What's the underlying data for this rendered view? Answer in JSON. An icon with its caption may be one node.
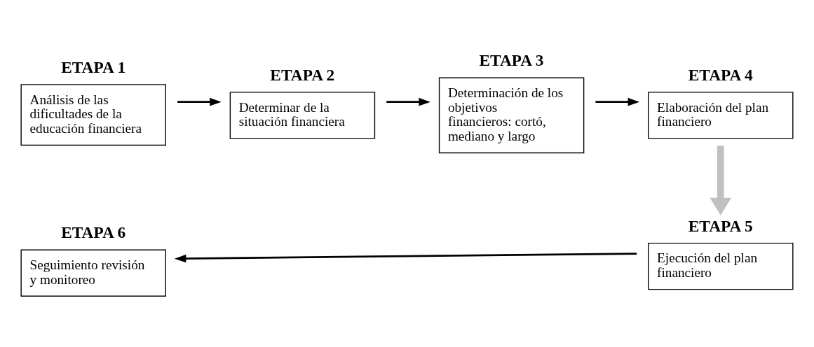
{
  "diagram": {
    "nodes": [
      {
        "text": [
          "ETAPA 1",
          "Análisis de las dificultades de la educación financiera"
        ]
      },
      {
        "text": [
          "ETAPA 2",
          "Determinar de la situación financiera"
        ]
      },
      {
        "text": [
          "ETAPA 3",
          "Determinación de los objetivos financieros: cortó, mediano y largo"
        ]
      },
      {
        "text": [
          "ETAPA 4",
          "Elaboración del plan financiero"
        ]
      },
      {
        "text": [
          "ETAPA 5",
          "Ejecución del plan financiero"
        ]
      },
      {
        "text": [
          "ETAPA 6",
          "Seguimiento revisión y monitoreo"
        ]
      }
    ],
    "edges": [
      {
        "from": 0,
        "to": 1,
        "arrow": "to"
      },
      {
        "from": 1,
        "to": 2,
        "arrow": "to"
      },
      {
        "from": 2,
        "to": 3,
        "arrow": "to"
      },
      {
        "from": 3,
        "to": 4,
        "arrow": "to",
        "style": "thick",
        "color": "#c0c0c0"
      },
      {
        "from": 4,
        "to": 5,
        "arrow": "to"
      }
    ]
  }
}
